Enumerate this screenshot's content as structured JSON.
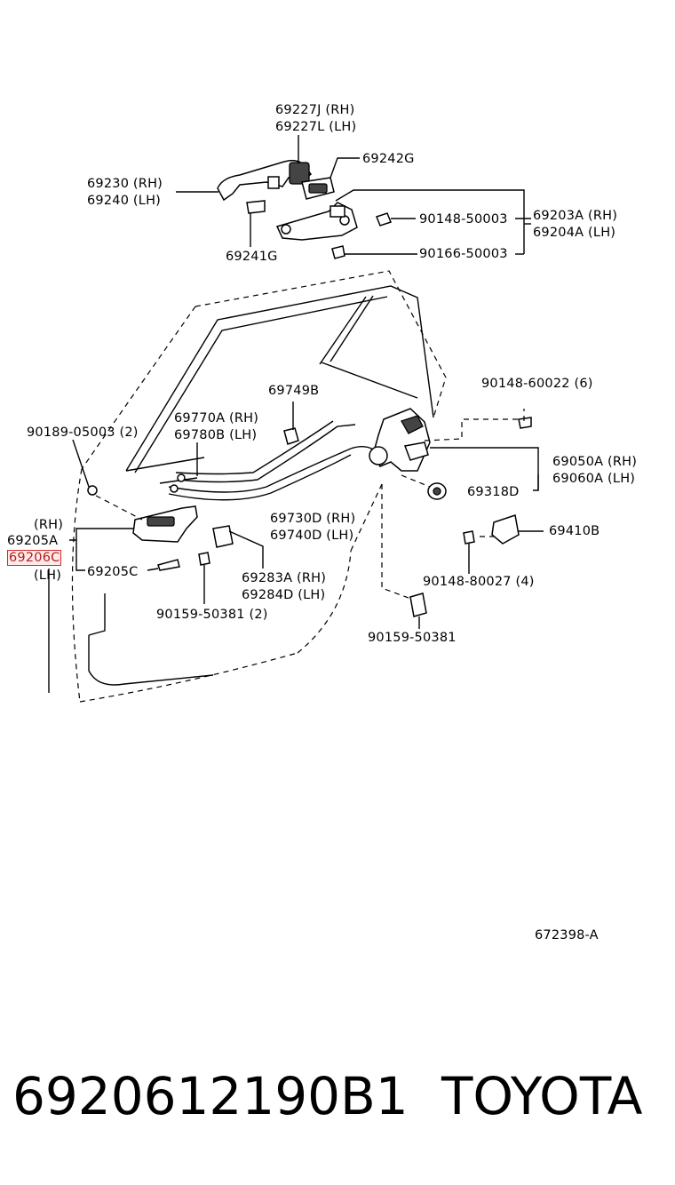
{
  "diagram": {
    "labels": {
      "p69227j": "69227J (RH)",
      "p69227l": "69227L (LH)",
      "p69242g": "69242G",
      "p69230": "69230 (RH)",
      "p69240": "69240 (LH)",
      "p69241g": "69241G",
      "p90148_50003": "90148-50003",
      "p90166_50003": "90166-50003",
      "p69203a": "69203A (RH)",
      "p69204a": "69204A (LH)",
      "p90148_60022": "90148-60022 (6)",
      "p69749b": "69749B",
      "p69770a": "69770A (RH)",
      "p69780b": "69780B (LH)",
      "p90189_05003": "90189-05003 (2)",
      "p69050a": "69050A (RH)",
      "p69060a": "69060A (LH)",
      "p69318d": "69318D",
      "rh": "(RH)",
      "p69205a": "69205A",
      "p69206c": "69206C",
      "lh": "(LH)",
      "p69205c": "69205C",
      "p69730d": "69730D (RH)",
      "p69740d": "69740D (LH)",
      "p69410b": "69410B",
      "p69283a": "69283A (RH)",
      "p69284d": "69284D (LH)",
      "p90148_80027": "90148-80027 (4)",
      "p90159_50381_2": "90159-50381 (2)",
      "p90159_50381": "90159-50381",
      "figure_id": "672398-A"
    },
    "highlight_color": "#d62828"
  },
  "footer": {
    "part_number": "6920612190B1",
    "brand": "TOYOTA"
  }
}
